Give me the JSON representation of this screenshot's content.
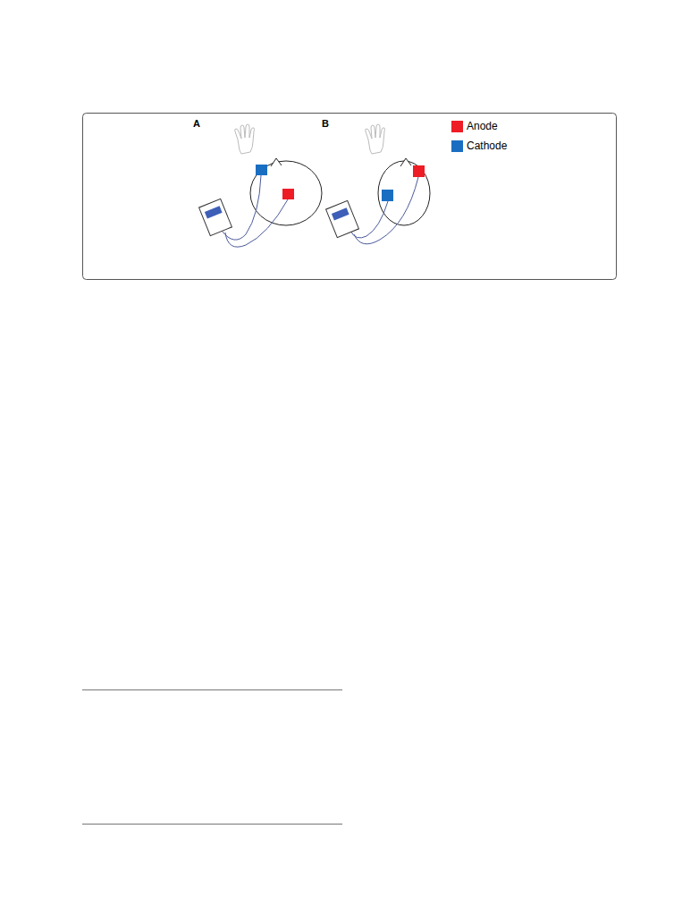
{
  "diagram": {
    "labels": [
      "A",
      "B"
    ],
    "legend": [
      {
        "text": "Anode",
        "color": "#ee1c25"
      },
      {
        "text": "Cathode",
        "color": "#1a6ec2"
      }
    ]
  }
}
